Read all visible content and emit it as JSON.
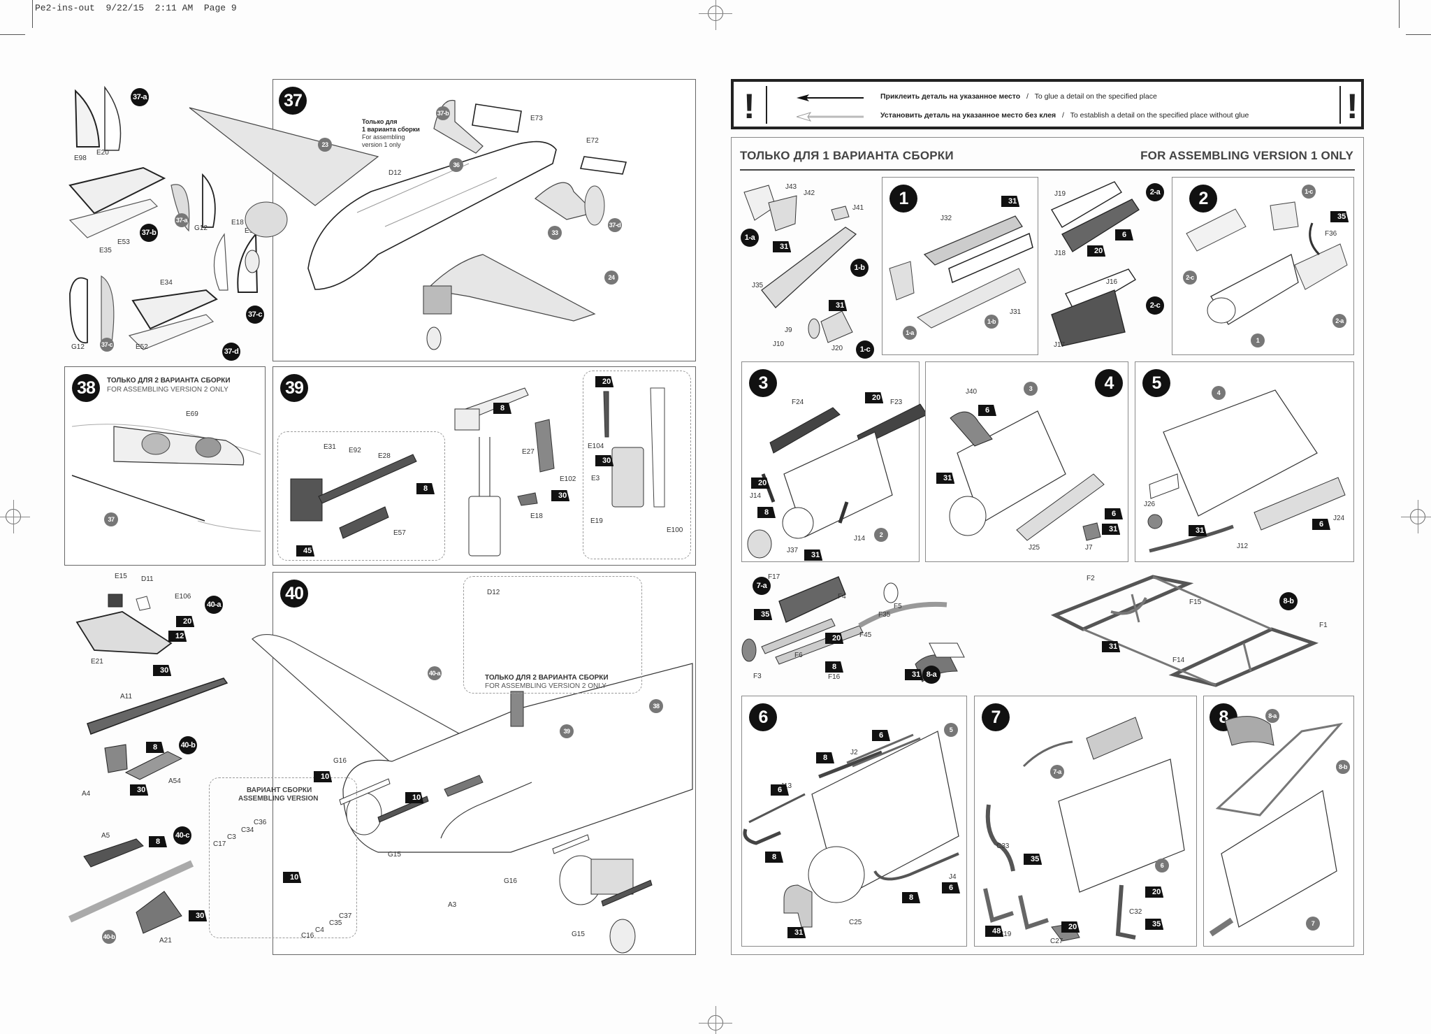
{
  "slug": {
    "file": "Pe2-ins-out",
    "date": "9/22/15",
    "time": "2:11 AM",
    "page": "Page 9"
  },
  "legend": {
    "glue_ru": "Приклеить деталь на указанное место",
    "glue_en": "To glue a detail on the specified place",
    "noglue_ru": "Установить деталь на указанное место без клея",
    "noglue_en": "To establish a detail on the specified place without glue",
    "separator": "/",
    "warning_mark": "!"
  },
  "version1_section": {
    "title_ru": "ТОЛЬКО ДЛЯ 1 ВАРИАНТА СБОРКИ",
    "title_en": "FOR ASSEMBLING VERSION 1 ONLY"
  },
  "left_page": {
    "sub37": {
      "badges": [
        "37-a",
        "37-b",
        "37-c",
        "37-d"
      ],
      "refs": [
        "37-a",
        "37-c"
      ],
      "labels": [
        "E98",
        "E20",
        "E35",
        "E53",
        "G12",
        "E18",
        "E97",
        "E34",
        "E52",
        "G12"
      ]
    },
    "step37": {
      "number": "37",
      "note_ru_1": "Только для",
      "note_ru_2": "1 варианта сборки",
      "note_en_1": "For assembling",
      "note_en_2": "version 1 only",
      "refs": [
        "23",
        "36",
        "33",
        "24",
        "37-b",
        "37-d"
      ],
      "labels": [
        "D12",
        "E73",
        "E72"
      ]
    },
    "step38": {
      "number": "38",
      "title_ru": "ТОЛЬКО ДЛЯ 2 ВАРИАНТА СБОРКИ",
      "title_en": "FOR ASSEMBLING VERSION 2 ONLY",
      "labels": [
        "E69"
      ],
      "refs": [
        "37"
      ]
    },
    "step39": {
      "number": "39",
      "labels": [
        "E31",
        "E92",
        "E28",
        "E57",
        "E27",
        "E102",
        "E18",
        "E104",
        "E3",
        "E19",
        "E100"
      ],
      "paints": [
        "8",
        "45",
        "8",
        "30",
        "20",
        "30"
      ]
    },
    "sub40": {
      "badges": [
        "40-a",
        "40-b",
        "40-c"
      ],
      "refs": [
        "40-b"
      ],
      "labels": [
        "E15",
        "D11",
        "E106",
        "E21",
        "A11",
        "A4",
        "A54",
        "A5",
        "A21"
      ],
      "paints": [
        "20",
        "12",
        "30",
        "8",
        "30",
        "8",
        "30"
      ]
    },
    "step40": {
      "number": "40",
      "inset_title_ru": "ТОЛЬКО ДЛЯ 2 ВАРИАНТА СБОРКИ",
      "inset_title_en": "FOR ASSEMBLING VERSION 2 ONLY",
      "variant_ru": "ВАРИАНТ СБОРКИ",
      "variant_en": "ASSEMBLING VERSION",
      "refs": [
        "40-a",
        "39",
        "38"
      ],
      "labels": [
        "D12",
        "G16",
        "G15",
        "A3",
        "G16",
        "G15",
        "C17",
        "C3",
        "C34",
        "C36",
        "C37",
        "C35",
        "C4",
        "C16"
      ],
      "paints": [
        "10",
        "10",
        "10"
      ]
    }
  },
  "right_page": {
    "sub1": {
      "badges": [
        "1-a",
        "1-b",
        "1-c"
      ],
      "labels": [
        "J43",
        "J42",
        "J41",
        "J35",
        "J9",
        "J10",
        "J20"
      ],
      "paints": [
        "31",
        "31"
      ]
    },
    "step1": {
      "number": "1",
      "labels": [
        "J32",
        "J31"
      ],
      "refs": [
        "1-a",
        "1-b"
      ],
      "paints": [
        "31"
      ]
    },
    "sub2": {
      "badges": [
        "2-a",
        "2-c"
      ],
      "labels": [
        "J19",
        "J18",
        "J16",
        "J17"
      ],
      "paints": [
        "6",
        "20"
      ]
    },
    "step2": {
      "number": "2",
      "labels": [
        "F36"
      ],
      "refs": [
        "1-c",
        "2-c",
        "1",
        "2-a"
      ],
      "paints": [
        "35"
      ]
    },
    "step3": {
      "number": "3",
      "labels": [
        "F24",
        "F23",
        "J14",
        "J14",
        "J37"
      ],
      "refs": [
        "2"
      ],
      "paints": [
        "20",
        "20",
        "8",
        "31"
      ]
    },
    "step4": {
      "number": "4",
      "labels": [
        "J40",
        "J25",
        "J7"
      ],
      "refs": [
        "3"
      ],
      "paints": [
        "6",
        "31",
        "6",
        "31"
      ]
    },
    "step5": {
      "number": "5",
      "labels": [
        "J26",
        "J24",
        "J12"
      ],
      "refs": [
        "4"
      ],
      "paints": [
        "31",
        "6"
      ]
    },
    "sub7_8": {
      "badges": [
        "7-a",
        "8-a",
        "8-b"
      ],
      "labels": [
        "F17",
        "F4",
        "F3",
        "F6",
        "F35",
        "F5",
        "F45",
        "F16",
        "F2",
        "F15",
        "F14",
        "F1"
      ],
      "paints": [
        "35",
        "20",
        "8",
        "31",
        "31"
      ]
    },
    "step6": {
      "number": "6",
      "labels": [
        "J2",
        "J13",
        "J4",
        "C25"
      ],
      "refs": [
        "5"
      ],
      "paints": [
        "6",
        "8",
        "6",
        "8",
        "8",
        "6",
        "31"
      ]
    },
    "step7": {
      "number": "7",
      "labels": [
        "C33",
        "C19",
        "C27",
        "C32"
      ],
      "refs": [
        "7-a",
        "6"
      ],
      "paints": [
        "35",
        "48",
        "20",
        "20",
        "35"
      ]
    },
    "step8": {
      "number": "8",
      "refs": [
        "8-a",
        "8-b",
        "7"
      ]
    }
  }
}
